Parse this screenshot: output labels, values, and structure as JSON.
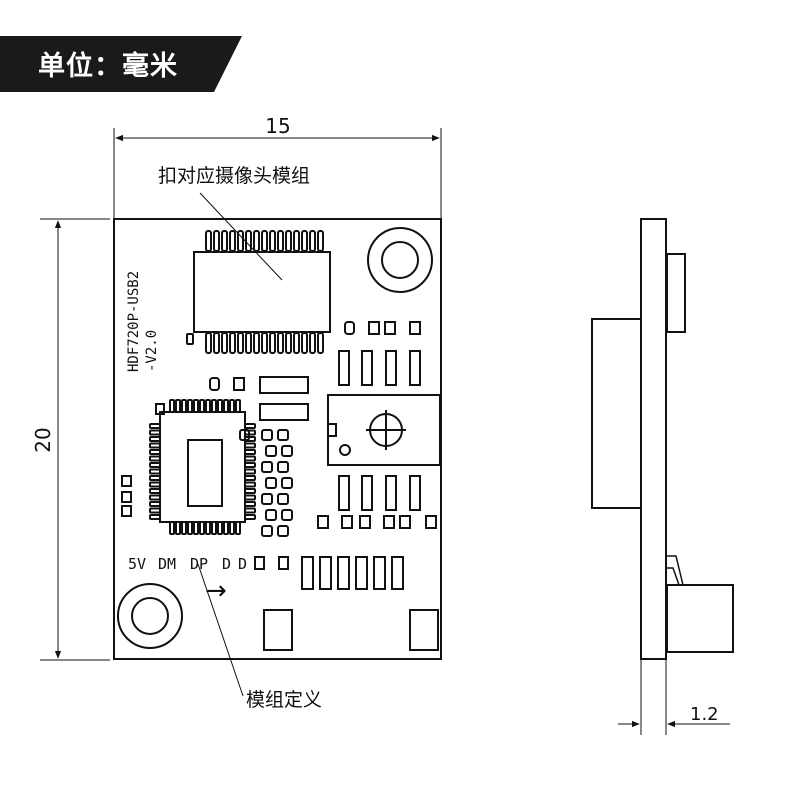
{
  "unit_banner": {
    "text": "单位：毫米",
    "background": "#1a1a1a",
    "text_color": "#ffffff"
  },
  "dimensions": {
    "width_mm": "15",
    "height_mm": "20",
    "thickness_mm": "1.2"
  },
  "callouts": {
    "camera_socket": "扣对应摄像头模组",
    "pinout": "模组定义"
  },
  "board": {
    "model_line1": "HDF720P-USB2",
    "model_line2": "-V2.0",
    "pin_labels": [
      "5V",
      "DM",
      "DP",
      "D",
      "D"
    ],
    "direction_arrow": "→"
  },
  "colors": {
    "ink": "#111111",
    "paper": "#ffffff"
  }
}
